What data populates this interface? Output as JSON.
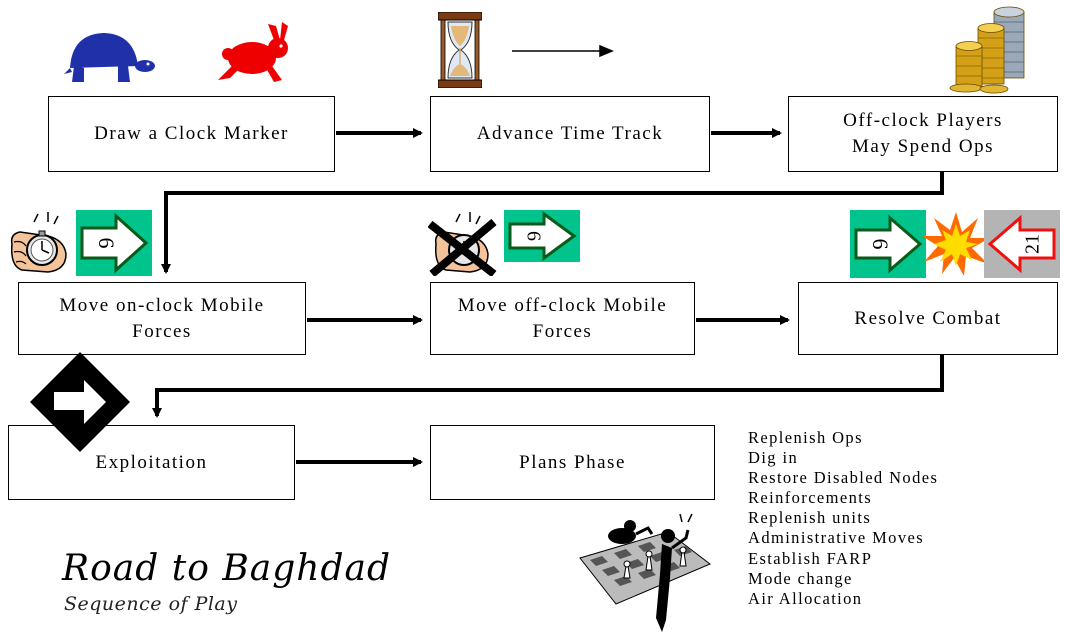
{
  "boxes": {
    "draw_clock_marker": "Draw a Clock Marker",
    "advance_time_track": "Advance Time Track",
    "offclock_spend_ops": "Off-clock Players\nMay Spend Ops",
    "move_onclock": "Move on-clock Mobile\nForces",
    "move_offclock": "Move off-clock Mobile\nForces",
    "resolve_combat": "Resolve Combat",
    "exploitation": "Exploitation",
    "plans_phase": "Plans Phase"
  },
  "plans_phase_items": [
    "Replenish Ops",
    "Dig in",
    "Restore Disabled Nodes",
    "Reinforcements",
    "Replenish units",
    "Administrative Moves",
    "Establish FARP",
    "Mode change",
    "Air Allocation"
  ],
  "counters": {
    "attacker_value": "6",
    "defender_value": "21"
  },
  "title": "Road to Baghdad",
  "subtitle": "Sequence of Play",
  "colors": {
    "counter_green": "#00c48c",
    "counter_gray": "#b4b4b4",
    "arrow_red": "#ee1111",
    "turtle_blue": "#2030a8",
    "rabbit_red": "#ee0000",
    "explosion_yellow": "#ffdd00",
    "explosion_orange": "#ff6a00"
  },
  "icons": [
    "turtle-icon",
    "rabbit-icon",
    "hourglass-icon",
    "coin-stack-icon",
    "stopwatch-hand-icon",
    "crossed-stopwatch-icon",
    "explosion-icon",
    "exploitation-arrow-icon",
    "chess-figures-icon"
  ]
}
